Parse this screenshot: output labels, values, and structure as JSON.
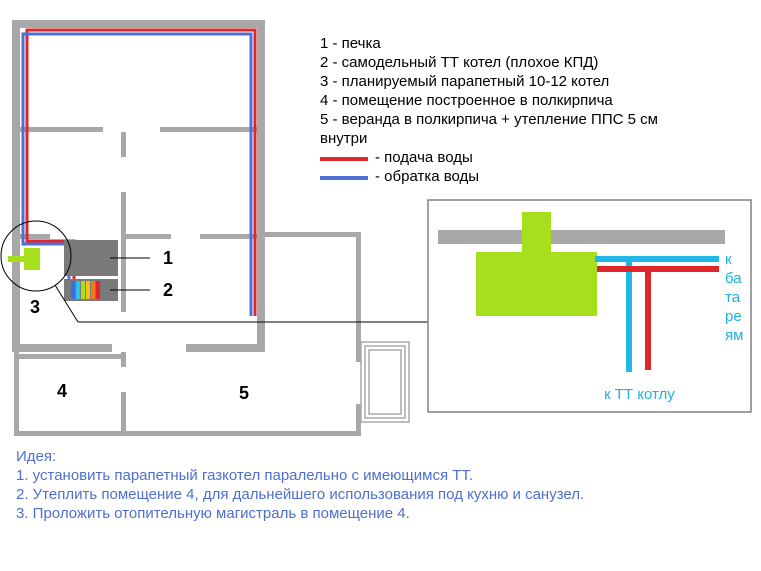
{
  "legend": {
    "items": [
      "1 - печка",
      "2 - самодельный ТТ котел (плохое КПД)",
      "3 - планируемый парапетный 10-12 котел",
      "4 - помещение построенное в полкирпича",
      "5 - веранда в полкирпича + утепление ППС 5 см",
      "внутри"
    ],
    "supply_label": "- подача воды",
    "return_label": "- обратка воды"
  },
  "labels": {
    "n1": "1",
    "n2": "2",
    "n3": "3",
    "n4": "4",
    "n5": "5"
  },
  "inset": {
    "to_radiators": [
      "к",
      "ба",
      "та",
      "ре",
      "ям"
    ],
    "to_boiler": "к ТТ котлу"
  },
  "idea": {
    "title": "Идея:",
    "items": [
      "1. установить парапетный газкотел паралельно с имеющимся ТТ.",
      "2. Утеплить помещение 4, для дальнейшего использования под кухню и санузел.",
      "3. Проложить отопительную магистраль в помещение 4."
    ]
  },
  "colors": {
    "wall": "#a8a8a8",
    "supply": "#e0262b",
    "return": "#4f6fd6",
    "boiler_green": "#a6e01d",
    "stove": "#7a7a7a",
    "cyan_pipe": "#21b7e8",
    "idea_text": "#4f6fd0"
  }
}
